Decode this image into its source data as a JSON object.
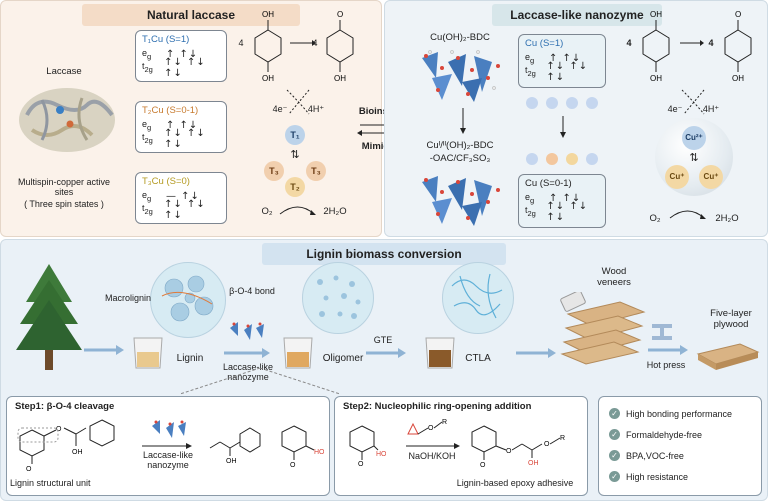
{
  "natural": {
    "banner": "Natural laccase",
    "enzyme_label": "Laccase",
    "active_sites": "Multispin-copper active sites",
    "spin_states": "( Three spin states )",
    "boxes": [
      {
        "title": "T₁Cu (S=1)",
        "eg": "↑  ↑↓",
        "t2g": "↑↓ ↑↓ ↑↓"
      },
      {
        "title": "T₂Cu (S=0-1)",
        "eg": "↑  ↑↓",
        "t2g": "↑↓ ↑↓ ↑↓"
      },
      {
        "title": "T₃Cu (S=0)",
        "eg": "—  ↑↓",
        "t2g": "↑↓ ↑↓ ↑↓"
      }
    ],
    "eg": "e",
    "t2g": "t",
    "reaction": {
      "label": "4",
      "electrons": "4e⁻",
      "protons": "4H⁺",
      "o2": "O₂",
      "water": "2H₂O"
    },
    "cluster": {
      "t1": "T₁",
      "t2": "T₂",
      "t3": "T₃"
    }
  },
  "center": {
    "bioinspired": "Bioinspired",
    "mimicking": "Mimicking"
  },
  "nanozyme": {
    "banner": "Laccase-like nanozyme",
    "mof_top": "Cu(OH)₂-BDC",
    "mof_bottom_1": "Cuᴵ/ᴵᴵ(OH)₂-BDC",
    "mof_bottom_2": "-OAC/CF₃SO₃",
    "box_top": {
      "title": "Cu (S=1)",
      "eg": "↑  ↑↓",
      "t2g": "↑↓ ↑↓ ↑↓"
    },
    "box_bottom": {
      "title": "Cu (S=0-1)",
      "eg": "↑  ↑↓",
      "t2g": "↑↓ ↑↓ ↑↓"
    },
    "reaction": {
      "label": "4",
      "electrons": "4e⁻",
      "protons": "4H⁺",
      "o2": "O₂",
      "water": "2H₂O"
    },
    "cu2": "Cu²⁺",
    "cu1": "Cu⁺"
  },
  "lignin": {
    "banner": "Lignin biomass conversion",
    "macrolignin": "Macrolignin",
    "bond": "β-O-4 bond",
    "lignin": "Lignin",
    "catalyst": "Laccase-like nanozyme",
    "oligomer": "Oligomer",
    "gte": "GTE",
    "ctla": "CTLA",
    "veneers": "Wood veneers",
    "hot_press": "Hot press",
    "plywood": "Five-layer plywood"
  },
  "step1": {
    "title": "Step1: β-O-4 cleavage",
    "catalyst": "Laccase-like nanozyme",
    "unit": "Lignin structural unit"
  },
  "step2": {
    "title": "Step2: Nucleophilic ring-opening addition",
    "reagent": "NaOH/KOH",
    "product": "Lignin-based epoxy adhesive"
  },
  "features": [
    "High bonding performance",
    "Formaldehyde-free",
    "BPA,VOC-free",
    "High resistance"
  ],
  "colors": {
    "natural_bg": "#fbf2ea",
    "nanozyme_bg": "#eef3f7",
    "bottom_bg": "#eaf1f7",
    "banner_natural": "#f4dcc7",
    "banner_nanozyme": "#d7e6ea",
    "banner_lignin": "#d3e3f0",
    "accent_blue": "#2e6fb0",
    "check": "#7a9a96"
  }
}
